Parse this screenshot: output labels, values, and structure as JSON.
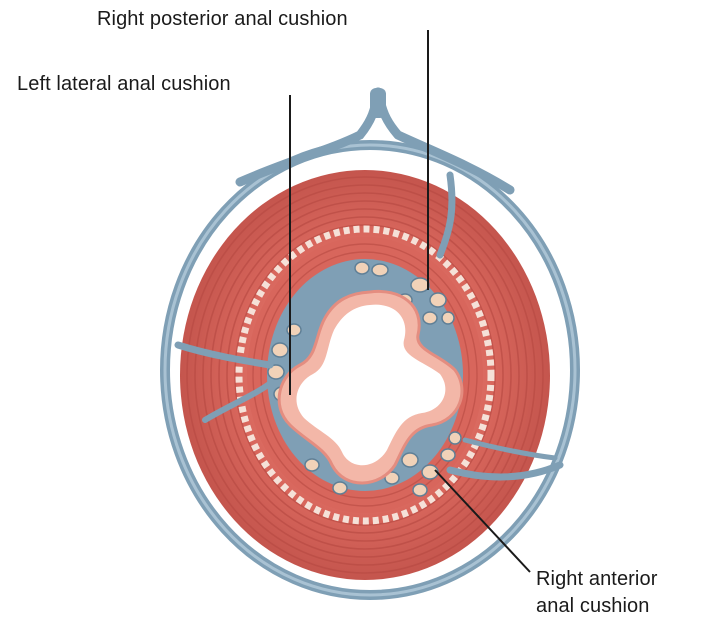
{
  "diagram": {
    "labels": {
      "right_posterior": "Right posterior anal cushion",
      "left_lateral": "Left lateral anal cushion",
      "right_anterior_line1": "Right anterior",
      "right_anterior_line2": "anal cushion"
    },
    "colors": {
      "background": "#ffffff",
      "muscle": "#d8665c",
      "muscle_dark": "#b84a43",
      "muscle_light": "#ef9a8e",
      "vessel": "#7f9fb5",
      "vessel_dark": "#5f7f96",
      "cushion_fill": "#f1d2b8",
      "lumen": "#ffffff",
      "mucosa": "#f3b7a8",
      "leader_line": "#1a1a1a"
    }
  }
}
